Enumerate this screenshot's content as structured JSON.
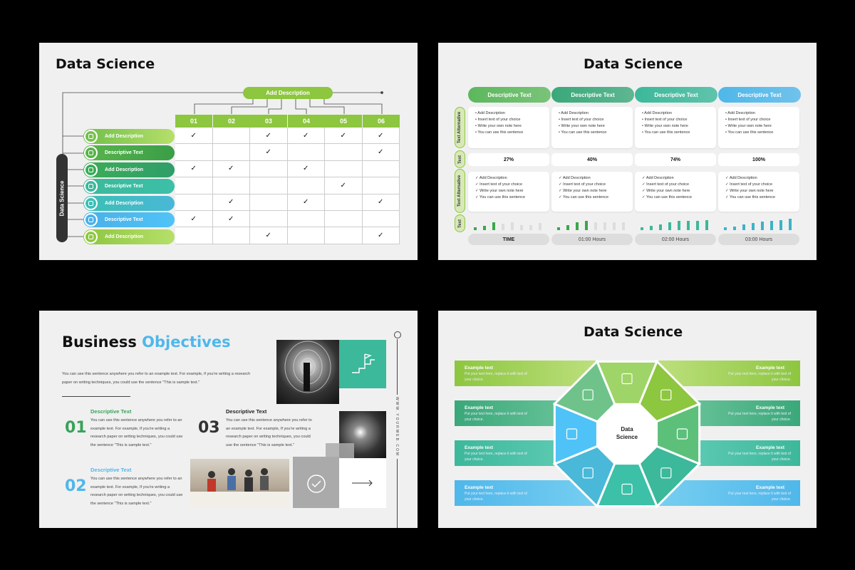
{
  "slide1": {
    "title": "Data Science",
    "top_label": "Add Description",
    "side_label": "Data Science",
    "columns": [
      "01",
      "02",
      "03",
      "04",
      "05",
      "06"
    ],
    "rows": [
      {
        "label": "Add Description",
        "checks": [
          "✓",
          "",
          "✓",
          "✓",
          "✓",
          "✓"
        ]
      },
      {
        "label": "Descriptive Text",
        "checks": [
          "",
          "",
          "✓",
          "",
          "",
          "✓"
        ]
      },
      {
        "label": "Add Description",
        "checks": [
          "✓",
          "✓",
          "",
          "✓",
          "",
          ""
        ]
      },
      {
        "label": "Descriptive Text",
        "checks": [
          "",
          "",
          "",
          "",
          "✓",
          ""
        ]
      },
      {
        "label": "Add Description",
        "checks": [
          "",
          "✓",
          "",
          "✓",
          "",
          "✓"
        ]
      },
      {
        "label": "Descriptive Text",
        "checks": [
          "✓",
          "✓",
          "",
          "",
          "",
          ""
        ]
      },
      {
        "label": "Add Description",
        "checks": [
          "",
          "",
          "✓",
          "",
          "",
          "✓"
        ]
      }
    ]
  },
  "slide2": {
    "title": "Data Science",
    "headers": [
      "Descriptive Text",
      "Descriptive Text",
      "Descriptive Text",
      "Descriptive Text"
    ],
    "side_tabs": [
      "Text Alternative",
      "Text",
      "Text Alternative",
      "Text"
    ],
    "bullets": [
      "Add Description",
      "Insert text of your choice",
      "Write your own note here",
      "You can use this sentence"
    ],
    "checks": [
      "Add Description",
      "Insert text of your choice",
      "Write your own note here",
      "You can use this sentence"
    ],
    "percents": [
      "27%",
      "40%",
      "74%",
      "100%"
    ],
    "bar_levels": [
      [
        0.25,
        0.35,
        0.6,
        0.5,
        0.6,
        0.4,
        0.4,
        0.55
      ],
      [
        0.25,
        0.4,
        0.6,
        0.7,
        0.6,
        0.6,
        0.6,
        0.6
      ],
      [
        0.25,
        0.35,
        0.45,
        0.6,
        0.75,
        0.75,
        0.7,
        0.8
      ],
      [
        0.2,
        0.3,
        0.45,
        0.55,
        0.65,
        0.75,
        0.8,
        0.9
      ]
    ],
    "time": [
      "TIME",
      "01:00 Hours",
      "02:00 Hours",
      "03:00 Hours"
    ]
  },
  "slide3": {
    "title_a": "Business",
    "title_b": "Objectives",
    "intro": "You can use this sentence anywhere you refer to an example text. For example, if you're writing a research paper on writing techniques, you could use the sentence \"This is sample text.\"",
    "items": [
      {
        "num": "01",
        "title": "Descriptive Text",
        "body": "You can use this sentence anywhere you refer to an example text. For example, If you're writing a research paper on writing techniques, you could use the sentence \"This is sample text.\""
      },
      {
        "num": "02",
        "title": "Descriptive Text",
        "body": "You can use this sentence anywhere you refer to an example text. For example, If you're writing a research paper on writing techniques, you could use the sentence \"This is sample text.\""
      },
      {
        "num": "03",
        "title": "Descriptive Text",
        "body": "You can use this sentence anywhere you refer to an example text. For example, If you're writing a research paper on writing techniques, you could use the sentence \"This is sample text.\""
      }
    ],
    "website": "WWW.YOURWEB.COM"
  },
  "slide4": {
    "title": "Data Science",
    "center": "Data Science",
    "band_title": "Example text",
    "band_text": "Put your text here, replace it with text of your choice."
  },
  "colors": {
    "green": "#8dc63f",
    "teal": "#3cb89a",
    "blue": "#4fc3f7",
    "dark": "#333333"
  }
}
